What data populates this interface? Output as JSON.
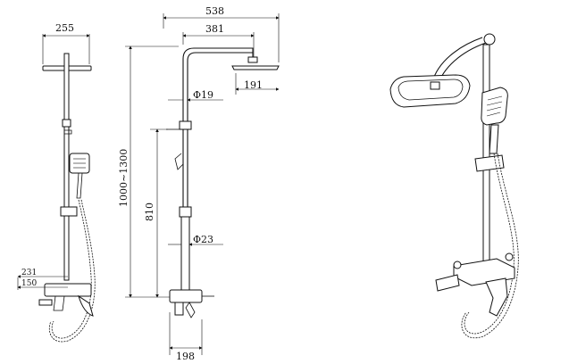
{
  "dimensions": {
    "head_width": "255",
    "overall_width": "538",
    "arm_length": "381",
    "head_offset": "191",
    "pipe_diameter_upper": "Φ19",
    "pipe_diameter_lower": "Φ23",
    "height_range": "1000~1300",
    "height_fixed": "810",
    "mixer_depth_a": "231",
    "mixer_depth_b": "150",
    "spout_length": "198"
  }
}
